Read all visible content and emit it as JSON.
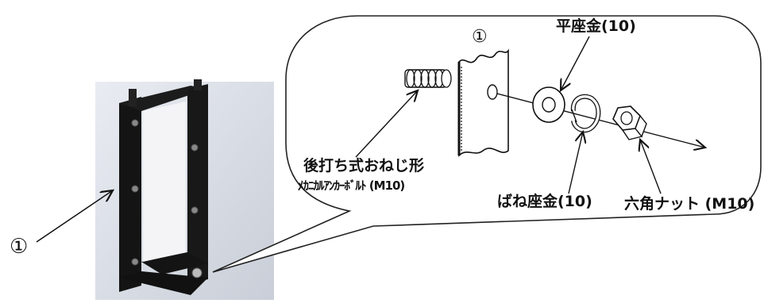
{
  "diagram": {
    "callout_number": "①",
    "labels": {
      "frame_marker": "①",
      "panel_marker": "①",
      "flat_washer": "平座金(10)",
      "anchor_line1": "後打ち式おねじ形",
      "anchor_line2": "ﾒｶﾆｶﾙｱﾝｶｰﾎﾞﾙﾄ (M10)",
      "spring_washer": "ばね座金(10)",
      "hex_nut": "六角ナット (M10)"
    }
  }
}
